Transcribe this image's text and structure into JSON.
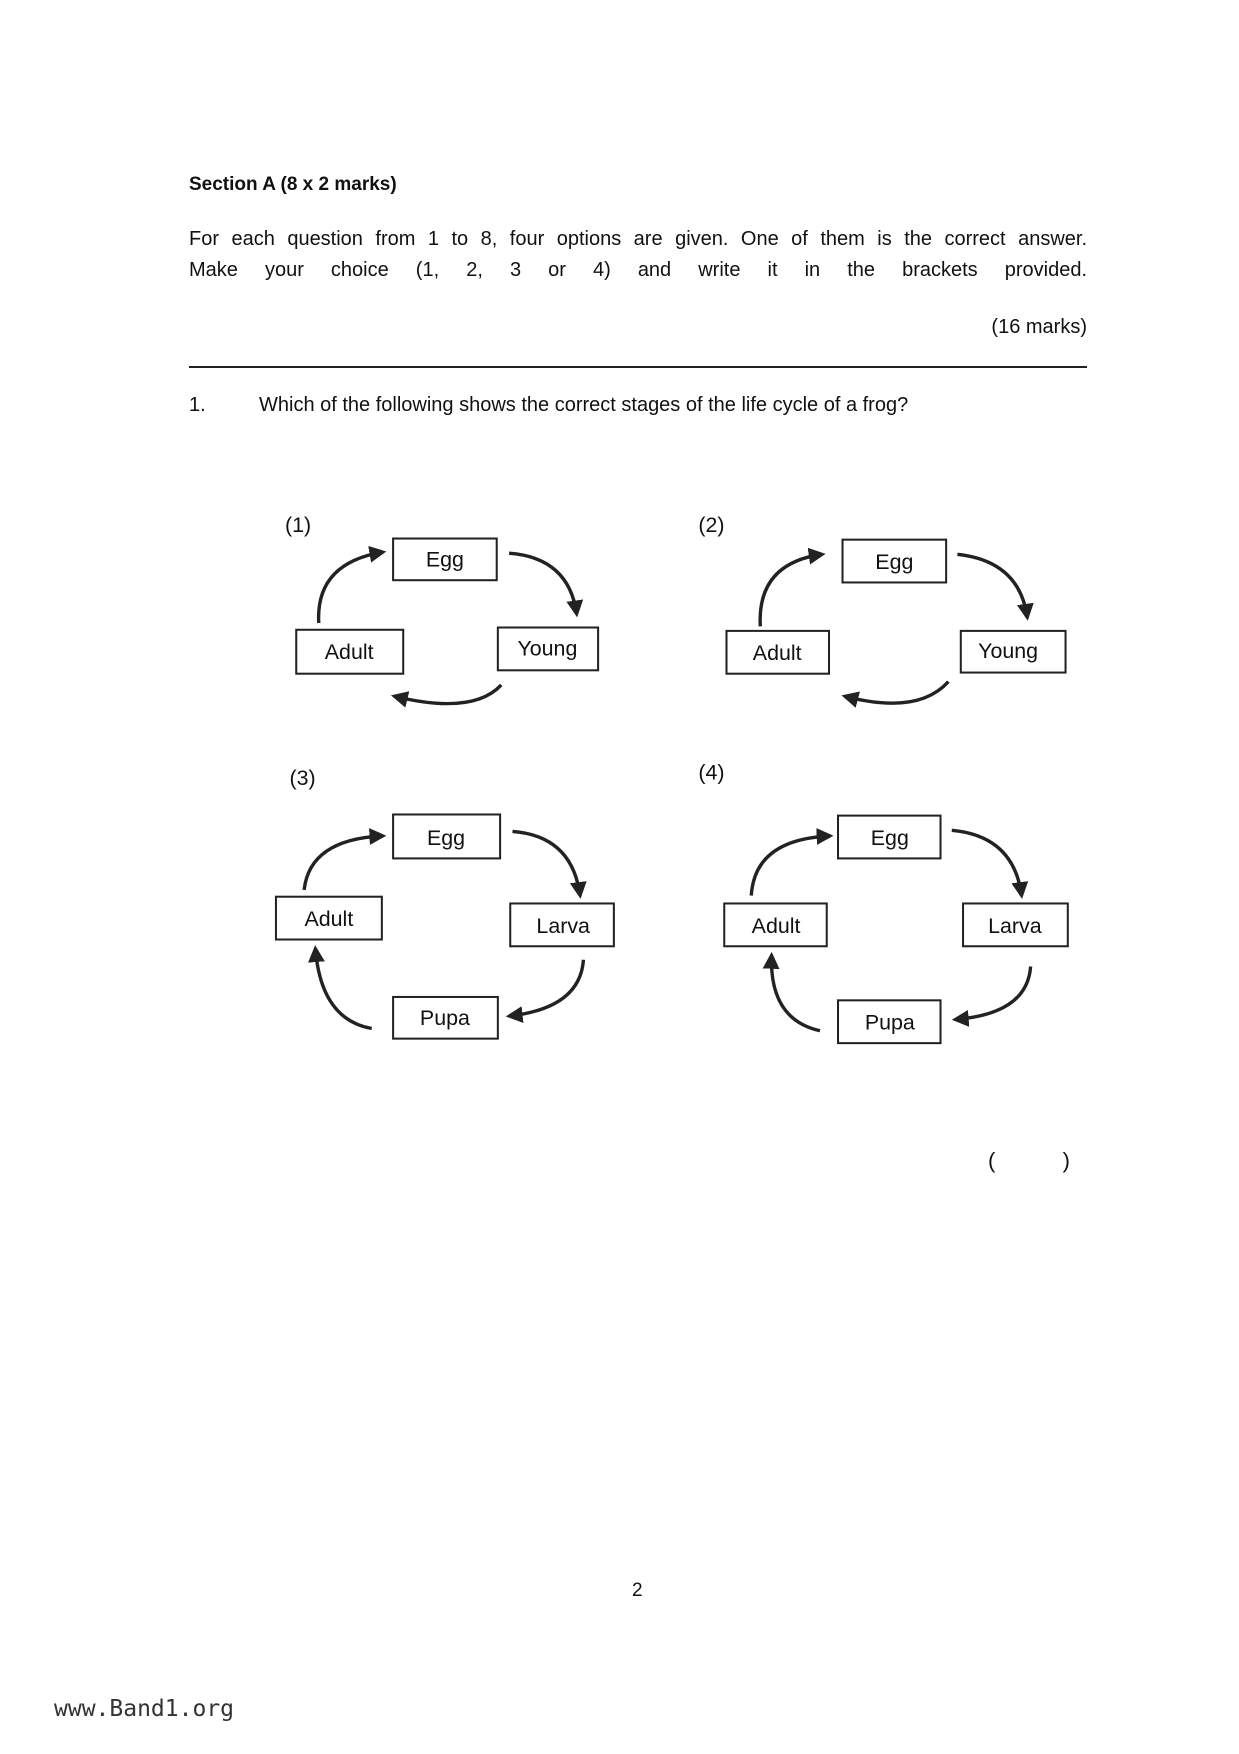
{
  "section": {
    "title": "Section A (8 x 2 marks)"
  },
  "instructions": {
    "line1": "For each question from 1 to 8, four options are given. One of them is the correct answer.",
    "line2": "Make your choice (1, 2, 3 or 4) and write it in the brackets provided."
  },
  "marks": "(16 marks)",
  "question": {
    "number": "1.",
    "text": "Which of the following shows the correct stages of the life cycle of a frog?"
  },
  "options": [
    {
      "label": "(1)",
      "stages": [
        "Egg",
        "Young",
        "Adult"
      ]
    },
    {
      "label": "(2)",
      "stages": [
        "Egg",
        "Young",
        "Adult"
      ]
    },
    {
      "label": "(3)",
      "stages": [
        "Egg",
        "Larva",
        "Pupa",
        "Adult"
      ]
    },
    {
      "label": "(4)",
      "stages": [
        "Egg",
        "Larva",
        "Pupa",
        "Adult"
      ]
    }
  ],
  "answer": {
    "open": "(",
    "close": ")"
  },
  "page_number": "2",
  "footer": "www.Band1.org"
}
